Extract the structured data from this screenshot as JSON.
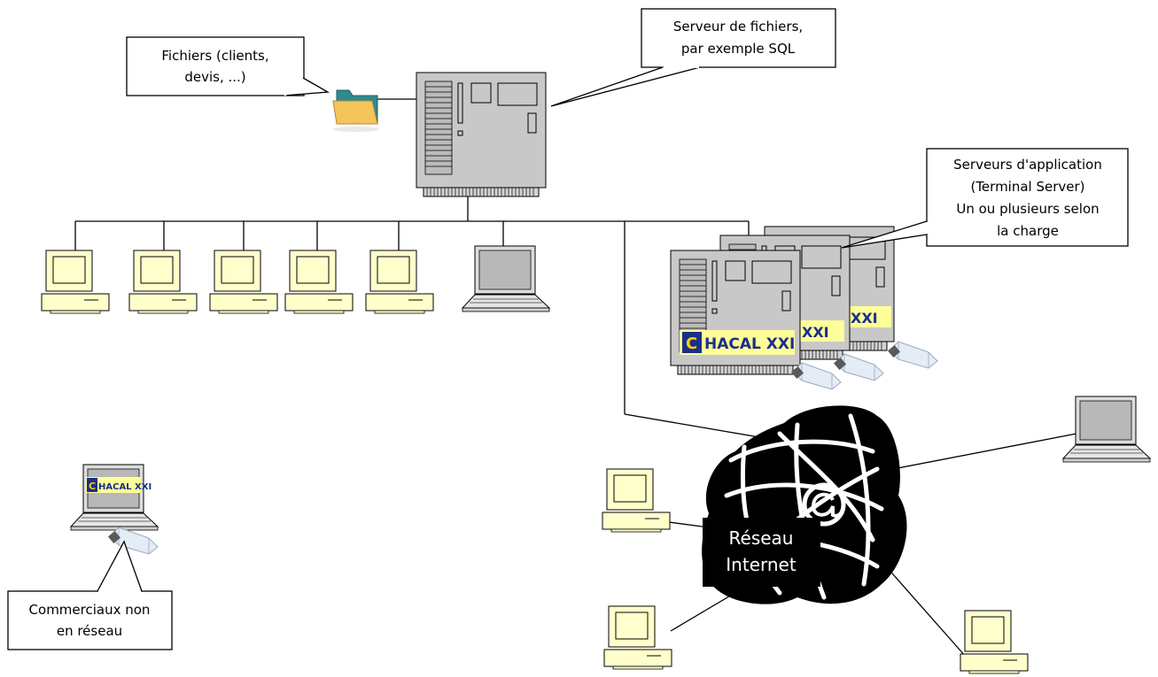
{
  "callouts": {
    "files": [
      "Fichiers (clients,",
      "devis, ...)"
    ],
    "file_server": [
      "Serveur de fichiers,",
      "par exemple SQL"
    ],
    "app_servers": [
      "Serveurs d'application",
      "(Terminal Server)",
      "Un ou plusieurs selon",
      "la charge"
    ],
    "mobile": [
      "Commerciaux non",
      "en réseau"
    ]
  },
  "network": {
    "lines": [
      "Réseau",
      "Internet"
    ]
  },
  "brand": {
    "name": "HACAL XXI",
    "short": "XXI",
    "letter": "C"
  },
  "colors": {
    "server_body": "#c8c8c8",
    "terminal_fill": "#ffffcc",
    "internet_blob": "#000000",
    "brand_text": "#1a2f8a",
    "brand_bg": "#ffff99"
  },
  "icons": [
    "folder-icon",
    "server-icon",
    "desktop-icon",
    "laptop-icon",
    "usb-key-icon",
    "internet-cloud-icon"
  ]
}
